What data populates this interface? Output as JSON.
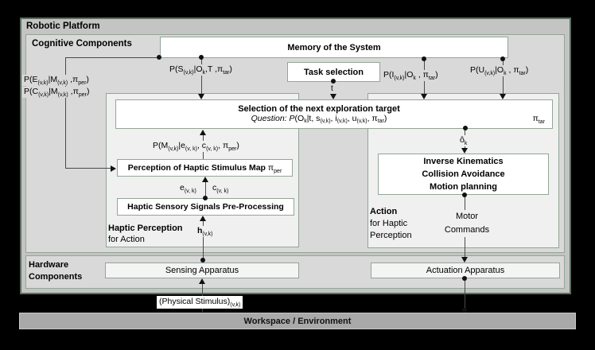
{
  "colors": {
    "background": "#000000",
    "platform_fill": "#c4c4c4",
    "platform_border": "#5e6e61",
    "section_fill": "#d9d9d9",
    "group_fill": "#f0f0f0",
    "box_border": "#94a596",
    "box_fill": "#ffffff",
    "workspace_fill": "#a9a9a9",
    "line": "#4a4a4a"
  },
  "platform": {
    "title": "Robotic Platform"
  },
  "cognitive": {
    "title": "Cognitive Components"
  },
  "memory": {
    "title": "Memory of the System"
  },
  "task": {
    "title": "Task selection"
  },
  "selection": {
    "title": "Selection of the next exploration target",
    "question": [
      [
        "i",
        "Question:  "
      ],
      [
        "i",
        "P"
      ],
      [
        "n",
        "(O"
      ],
      [
        "s",
        "k"
      ],
      [
        "n",
        "|t, s"
      ],
      [
        "s",
        "(v,k)"
      ],
      [
        "n",
        ", i"
      ],
      [
        "s",
        "(v,k)"
      ],
      [
        "n",
        ", u"
      ],
      [
        "s",
        "(v,k)"
      ],
      [
        "n",
        ", π"
      ],
      [
        "s",
        "tar"
      ],
      [
        "n",
        ")"
      ]
    ],
    "pi_tar": [
      [
        "n",
        "π"
      ],
      [
        "s",
        "tar"
      ]
    ]
  },
  "perception_box": {
    "title": [
      [
        "b",
        "Perception of Haptic Stimulus Map"
      ],
      [
        "n",
        " π"
      ],
      [
        "s",
        "per"
      ]
    ]
  },
  "preprocessing_box": {
    "title": "Haptic Sensory Signals Pre-Processing"
  },
  "ik_box": {
    "lines": [
      "Inverse Kinematics",
      "Collision Avoidance",
      "Motion planning"
    ]
  },
  "formulas": {
    "p_e": [
      [
        "n",
        "P(E"
      ],
      [
        "s",
        "(v,k)"
      ],
      [
        "n",
        "|M"
      ],
      [
        "s",
        "(v,k)"
      ],
      [
        "n",
        " ,π"
      ],
      [
        "s",
        "per"
      ],
      [
        "n",
        ")"
      ]
    ],
    "p_c": [
      [
        "n",
        "P(C"
      ],
      [
        "s",
        "(v,k)"
      ],
      [
        "n",
        "|M"
      ],
      [
        "s",
        "(v,k)"
      ],
      [
        "n",
        " ,π"
      ],
      [
        "s",
        "per"
      ],
      [
        "n",
        ")"
      ]
    ],
    "p_s": [
      [
        "n",
        "P(S"
      ],
      [
        "s",
        "(v,k)"
      ],
      [
        "n",
        "|O"
      ],
      [
        "s",
        "k"
      ],
      [
        "n",
        ",T ,π"
      ],
      [
        "s",
        "tar"
      ],
      [
        "n",
        ")"
      ]
    ],
    "p_i": [
      [
        "n",
        "P(I"
      ],
      [
        "s",
        "(v,k)"
      ],
      [
        "n",
        "|O"
      ],
      [
        "s",
        "k"
      ],
      [
        "n",
        " , π"
      ],
      [
        "s",
        "tar"
      ],
      [
        "n",
        ")"
      ]
    ],
    "p_u": [
      [
        "n",
        "P(U"
      ],
      [
        "s",
        "(v,k)"
      ],
      [
        "n",
        "|O"
      ],
      [
        "s",
        "k"
      ],
      [
        "n",
        " , π"
      ],
      [
        "s",
        "tar"
      ],
      [
        "n",
        ")"
      ]
    ],
    "p_m": [
      [
        "n",
        "P(M"
      ],
      [
        "s",
        "(v,k)"
      ],
      [
        "n",
        "|e"
      ],
      [
        "s",
        "(v, k)"
      ],
      [
        "n",
        ", c"
      ],
      [
        "s",
        "(v, k)"
      ],
      [
        "n",
        ", π"
      ],
      [
        "s",
        "per"
      ],
      [
        "n",
        ")"
      ]
    ],
    "t": "t",
    "e": [
      [
        "n",
        "e"
      ],
      [
        "s",
        "(v, k)"
      ]
    ],
    "c": [
      [
        "n",
        "c"
      ],
      [
        "s",
        "(v, k)"
      ]
    ],
    "h": [
      [
        "b",
        "h"
      ],
      [
        "s",
        "(v,k)"
      ]
    ],
    "o_hat": [
      [
        "n",
        "ô"
      ],
      [
        "s",
        "k"
      ]
    ]
  },
  "haptic_perception_label": {
    "bold": "Haptic Perception",
    "normal": "for Action"
  },
  "action_label": {
    "bold": "Action",
    "line2": "for Haptic",
    "line3": "Perception"
  },
  "motor_label": {
    "line1": "Motor",
    "line2": "Commands"
  },
  "hardware": {
    "line1": "Hardware",
    "line2": "Components"
  },
  "sensing": {
    "title": "Sensing Apparatus"
  },
  "actuation": {
    "title": "Actuation Apparatus"
  },
  "stimulus": {
    "label": [
      [
        "n",
        "(Physical Stimulus)"
      ],
      [
        "s",
        "(v,k)"
      ]
    ]
  },
  "workspace": {
    "title": "Workspace / Environment"
  }
}
